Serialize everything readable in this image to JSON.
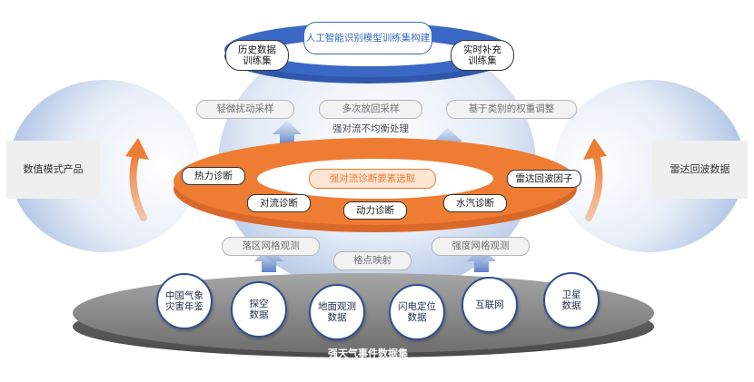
{
  "top_ring": {
    "title": "人工智能识别模型训练集构建",
    "left": "历史数据\n训练集",
    "right": "实时补充\n训练集"
  },
  "sampling": {
    "items": [
      "轻微扰动采样",
      "多次放回采样",
      "基于类别的权重调整"
    ],
    "caption": "强对流不均衡处理"
  },
  "middle_ring": {
    "center": "强对流诊断要素选取",
    "items": [
      "热力诊断",
      "对流诊断",
      "动力诊断",
      "水汽诊断",
      "雷达回波因子"
    ]
  },
  "side_left": "数值模式产品",
  "side_right": "雷达回波数据",
  "observation": {
    "items": [
      "落区网格观测",
      "格点映射",
      "强度网格观测"
    ]
  },
  "base": {
    "label": "强天气事件数据集",
    "sources": [
      "中国气象\n灾害年鉴",
      "探空\n数据",
      "地面观测\n数据",
      "闪电定位\n数据",
      "互联网",
      "卫星\n数据"
    ]
  },
  "colors": {
    "blue_ring": "#3a68c4",
    "orange_ring": "#ee7d33",
    "gray_disc": "#8c8c8c",
    "node_border": "#2f4f8f"
  }
}
